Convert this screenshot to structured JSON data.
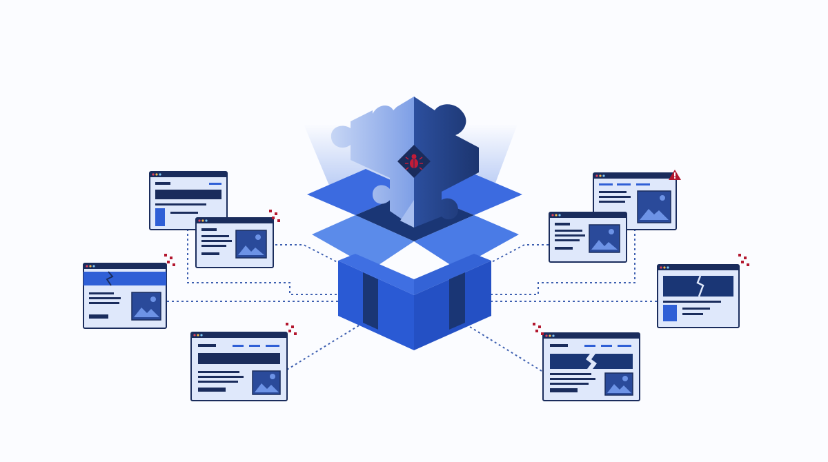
{
  "scene": {
    "description_free": true,
    "central_box": {
      "puzzle_piece": {
        "icon": "bug-icon",
        "badge": "diamond"
      }
    },
    "windows": [
      {
        "id": "left-top-back",
        "variant": "banner",
        "broken": false,
        "alert": null
      },
      {
        "id": "left-top-front",
        "variant": "image",
        "broken": false,
        "alert": "glitch"
      },
      {
        "id": "left-middle",
        "variant": "broken-header",
        "broken": true,
        "alert": "glitch"
      },
      {
        "id": "left-bottom",
        "variant": "image",
        "broken": false,
        "alert": "glitch"
      },
      {
        "id": "right-top-back",
        "variant": "image",
        "broken": false,
        "alert": "warning"
      },
      {
        "id": "right-top-front",
        "variant": "image",
        "broken": false,
        "alert": null
      },
      {
        "id": "right-middle",
        "variant": "broken-header",
        "broken": true,
        "alert": "glitch"
      },
      {
        "id": "right-bottom",
        "variant": "broken-header",
        "broken": true,
        "alert": "glitch"
      }
    ]
  },
  "colors": {
    "primary": "#2f5fd6",
    "primary_dark": "#1a3675",
    "primary_mid": "#3b6fe0",
    "light_fill": "#dfe8fb",
    "window_border": "#1a2c5c",
    "dotted_line": "#3d5fb0",
    "alert_red": "#b3182f",
    "background": "#fbfcff"
  }
}
